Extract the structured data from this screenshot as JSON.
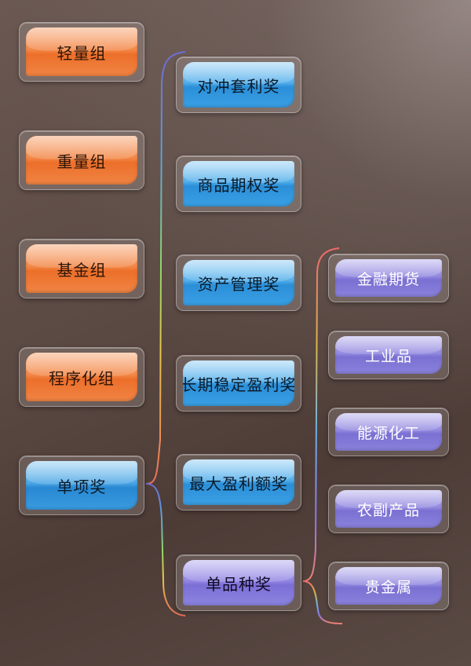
{
  "groups": {
    "light": "轻量组",
    "heavy": "重量组",
    "fund": "基金组",
    "program": "程序化组",
    "single": "单项奖"
  },
  "single_awards": {
    "hedge": "对冲套利奖",
    "option": "商品期权奖",
    "asset": "资产管理奖",
    "stable": "长期稳定盈利奖",
    "max_profit": "最大盈利额奖",
    "variety": "单品种奖"
  },
  "varieties": {
    "finance": "金融期货",
    "industrial": "工业品",
    "energy": "能源化工",
    "agri": "农副产品",
    "metal": "贵金属"
  },
  "colors": {
    "group": "#f08444",
    "award": "#3aa0e4",
    "variety": "#8a82dc"
  }
}
